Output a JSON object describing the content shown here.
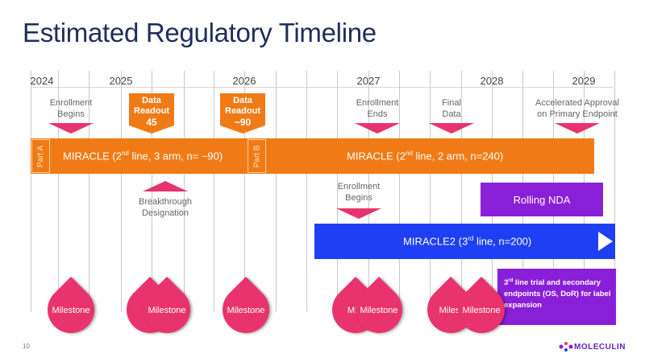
{
  "title": "Estimated Regulatory Timeline",
  "years": [
    "2024",
    "2025",
    "2026",
    "2027",
    "2028",
    "2029"
  ],
  "events": {
    "enroll_begins_a": "Enrollment\nBegins",
    "readout_45": {
      "label": "Data\nReadout",
      "value": "45"
    },
    "readout_90": {
      "label": "Data\nReadout",
      "value": "~90"
    },
    "enroll_ends": "Enrollment\nEnds",
    "final_data": "Final\nData",
    "accelerated": "Accelerated Approval\non Primary Endpoint",
    "breakthrough": "Breakthrough\nDesignation",
    "enroll_begins_b": "Enrollment\nBegins"
  },
  "bars": {
    "part_a": "Part A",
    "part_b": "Part B",
    "miracle1": {
      "pre": "MIRACLE (2",
      "sup": "nd",
      "post": " line, 3 arm, n= ~90)"
    },
    "miracle2": {
      "pre": "MIRACLE (2",
      "sup": "nd",
      "post": " line, 2 arm, n=240)"
    },
    "rolling_nda": "Rolling NDA",
    "miracle_two": {
      "pre": "MIRACLE2 (3",
      "sup": "rd",
      "post": " line, n=200)"
    },
    "third_line_box": {
      "sup": "rd",
      "pre": "3",
      "post": " line trial and secondary endpoints (OS, DoR) for label expansion"
    }
  },
  "milestones": [
    "Milestone",
    "Mil",
    "Milestone",
    "Milestone",
    "Mile",
    "Milestone",
    "Milest",
    "Milestone"
  ],
  "footer": {
    "page": "10",
    "logo": "MOLECULIN"
  },
  "colors": {
    "orange": "#f07b16",
    "pink": "#e8336e",
    "blue": "#1f3ff5",
    "purple": "#8a1fd8",
    "title": "#1f2d5c"
  }
}
